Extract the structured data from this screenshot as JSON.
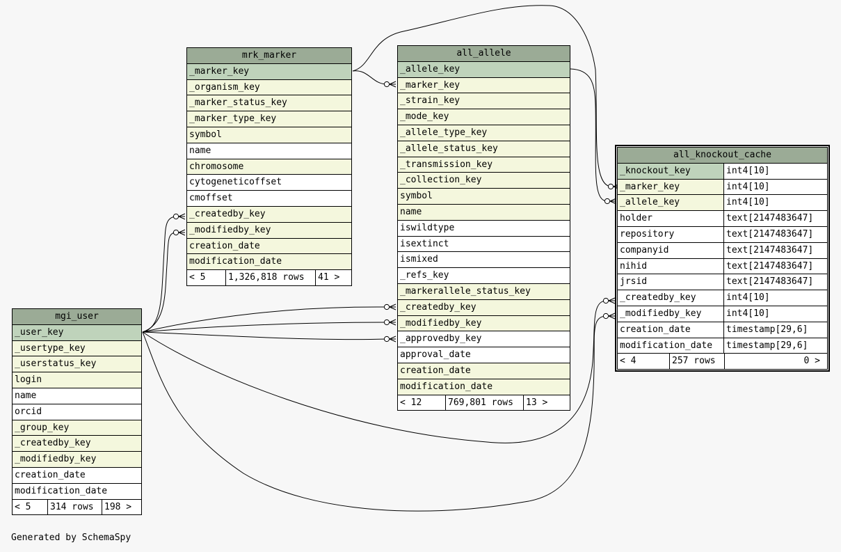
{
  "credit": "Generated by SchemaSpy",
  "tables": [
    {
      "id": "mrk_marker",
      "name": "mrk_marker",
      "columns": [
        {
          "name": "_marker_key",
          "kind": "pk"
        },
        {
          "name": "_organism_key",
          "kind": "fk"
        },
        {
          "name": "_marker_status_key",
          "kind": "fk"
        },
        {
          "name": "_marker_type_key",
          "kind": "fk"
        },
        {
          "name": "symbol",
          "kind": "fk"
        },
        {
          "name": "name",
          "kind": "plain"
        },
        {
          "name": "chromosome",
          "kind": "fk"
        },
        {
          "name": "cytogeneticoffset",
          "kind": "plain"
        },
        {
          "name": "cmoffset",
          "kind": "plain"
        },
        {
          "name": "_createdby_key",
          "kind": "fk"
        },
        {
          "name": "_modifiedby_key",
          "kind": "fk"
        },
        {
          "name": "creation_date",
          "kind": "fk"
        },
        {
          "name": "modification_date",
          "kind": "fk"
        }
      ],
      "footer": {
        "parents": "< 5",
        "rows": "1,326,818 rows",
        "children": "41 >"
      }
    },
    {
      "id": "all_allele",
      "name": "all_allele",
      "columns": [
        {
          "name": "_allele_key",
          "kind": "pk"
        },
        {
          "name": "_marker_key",
          "kind": "fk"
        },
        {
          "name": "_strain_key",
          "kind": "fk"
        },
        {
          "name": "_mode_key",
          "kind": "fk"
        },
        {
          "name": "_allele_type_key",
          "kind": "fk"
        },
        {
          "name": "_allele_status_key",
          "kind": "fk"
        },
        {
          "name": "_transmission_key",
          "kind": "fk"
        },
        {
          "name": "_collection_key",
          "kind": "fk"
        },
        {
          "name": "symbol",
          "kind": "fk"
        },
        {
          "name": "name",
          "kind": "fk"
        },
        {
          "name": "iswildtype",
          "kind": "plain"
        },
        {
          "name": "isextinct",
          "kind": "plain"
        },
        {
          "name": "ismixed",
          "kind": "plain"
        },
        {
          "name": "_refs_key",
          "kind": "plain"
        },
        {
          "name": "_markerallele_status_key",
          "kind": "fk"
        },
        {
          "name": "_createdby_key",
          "kind": "fk"
        },
        {
          "name": "_modifiedby_key",
          "kind": "fk"
        },
        {
          "name": "_approvedby_key",
          "kind": "plain"
        },
        {
          "name": "approval_date",
          "kind": "plain"
        },
        {
          "name": "creation_date",
          "kind": "fk"
        },
        {
          "name": "modification_date",
          "kind": "fk"
        }
      ],
      "footer": {
        "parents": "< 12",
        "rows": "769,801 rows",
        "children": "13 >"
      }
    },
    {
      "id": "mgi_user",
      "name": "mgi_user",
      "columns": [
        {
          "name": "_user_key",
          "kind": "pk"
        },
        {
          "name": "_usertype_key",
          "kind": "fk"
        },
        {
          "name": "_userstatus_key",
          "kind": "fk"
        },
        {
          "name": "login",
          "kind": "fk"
        },
        {
          "name": "name",
          "kind": "plain"
        },
        {
          "name": "orcid",
          "kind": "plain"
        },
        {
          "name": "_group_key",
          "kind": "fk"
        },
        {
          "name": "_createdby_key",
          "kind": "fk"
        },
        {
          "name": "_modifiedby_key",
          "kind": "fk"
        },
        {
          "name": "creation_date",
          "kind": "plain"
        },
        {
          "name": "modification_date",
          "kind": "plain"
        }
      ],
      "footer": {
        "parents": "< 5",
        "rows": "314 rows",
        "children": "198 >"
      }
    },
    {
      "id": "all_knockout_cache",
      "name": "all_knockout_cache",
      "columns": [
        {
          "name": "_knockout_key",
          "type": "int4[10]",
          "kind": "pk"
        },
        {
          "name": "_marker_key",
          "type": "int4[10]",
          "kind": "fk"
        },
        {
          "name": "_allele_key",
          "type": "int4[10]",
          "kind": "fk"
        },
        {
          "name": "holder",
          "type": "text[2147483647]",
          "kind": "plain"
        },
        {
          "name": "repository",
          "type": "text[2147483647]",
          "kind": "plain"
        },
        {
          "name": "companyid",
          "type": "text[2147483647]",
          "kind": "plain"
        },
        {
          "name": "nihid",
          "type": "text[2147483647]",
          "kind": "plain"
        },
        {
          "name": "jrsid",
          "type": "text[2147483647]",
          "kind": "plain"
        },
        {
          "name": "_createdby_key",
          "type": "int4[10]",
          "kind": "plain"
        },
        {
          "name": "_modifiedby_key",
          "type": "int4[10]",
          "kind": "plain"
        },
        {
          "name": "creation_date",
          "type": "timestamp[29,6]",
          "kind": "plain"
        },
        {
          "name": "modification_date",
          "type": "timestamp[29,6]",
          "kind": "plain"
        }
      ],
      "footer": {
        "parents": "< 4",
        "rows": "257 rows",
        "children": "0 >"
      }
    }
  ]
}
